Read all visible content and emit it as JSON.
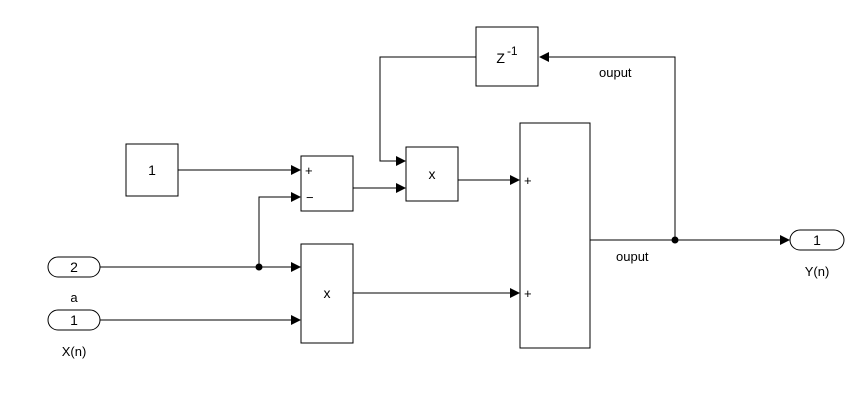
{
  "blocks": {
    "delay": {
      "base": "Z",
      "exponent": "-1"
    },
    "constant": {
      "value": "1"
    },
    "sum_small": {
      "plus": "+",
      "minus": "−"
    },
    "product_top": {
      "symbol": "x"
    },
    "product_bottom": {
      "symbol": "x"
    },
    "sum_big": {
      "plus_top": "+",
      "plus_bottom": "+"
    }
  },
  "ports": {
    "in_a": {
      "number": "2",
      "label": "a"
    },
    "in_x": {
      "number": "1",
      "label": "X(n)"
    },
    "out_y": {
      "number": "1",
      "label": "Y(n)"
    }
  },
  "signals": {
    "feedback": "ouput",
    "output": "ouput"
  }
}
